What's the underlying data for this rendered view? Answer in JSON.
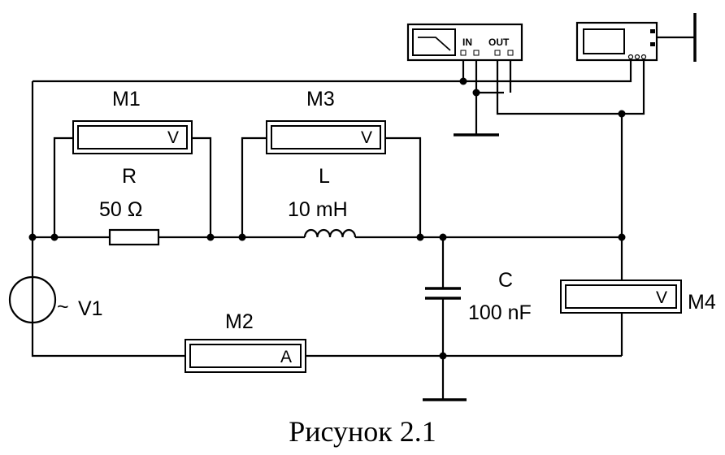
{
  "diagram": {
    "resistor": {
      "name": "R",
      "value": "50 Ω"
    },
    "inductor": {
      "name": "L",
      "value": "10 mH"
    },
    "capacitor": {
      "name": "C",
      "value": "100 nF"
    },
    "source": {
      "name": "V1",
      "symbol": "~"
    },
    "meters": {
      "m1": {
        "name": "M1",
        "unit": "V"
      },
      "m2": {
        "name": "M2",
        "unit": "A"
      },
      "m3": {
        "name": "M3",
        "unit": "V"
      },
      "m4": {
        "name": "M4",
        "unit": "V"
      }
    },
    "bode_plotter": {
      "in_label": "IN",
      "out_label": "OUT"
    }
  },
  "caption": "Рисунок 2.1"
}
